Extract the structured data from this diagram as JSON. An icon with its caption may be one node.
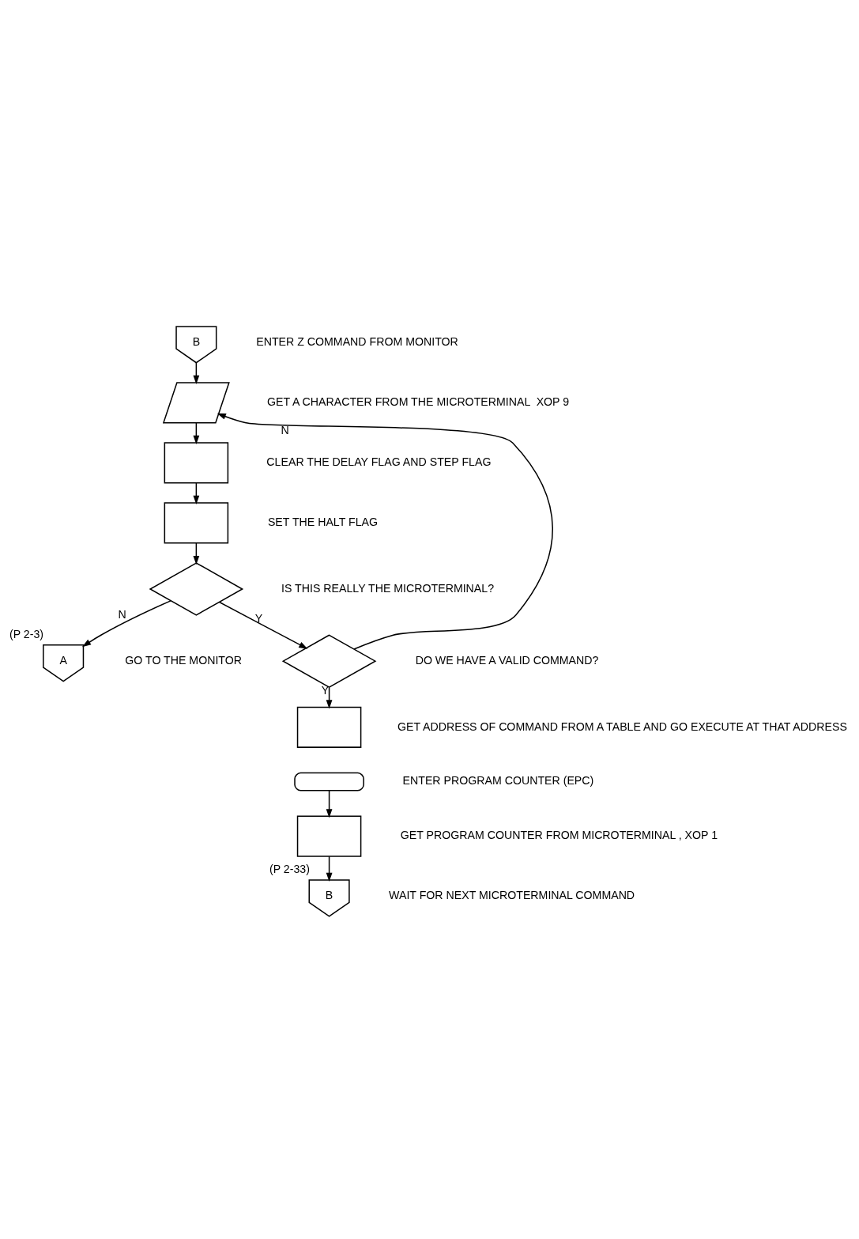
{
  "diagram": {
    "nodes": [
      {
        "text": [
          "B"
        ],
        "beside": [
          "ENTER Z COMMAND FROM MONITOR"
        ]
      },
      {
        "text": [],
        "shape": "parallelogram",
        "beside": [
          "GET A CHARACTER FROM THE MICROTERMINAL  XOP 9"
        ]
      },
      {
        "text": [],
        "shape": "box",
        "beside": [
          "CLEAR THE DELAY FLAG AND STEP FLAG"
        ]
      },
      {
        "text": [],
        "shape": "box",
        "beside": [
          "SET THE HALT FLAG"
        ]
      },
      {
        "text": [],
        "shape": "diamond",
        "beside": [
          "IS THIS REALLY THE MICROTERMINAL?"
        ]
      },
      {
        "text": [
          "A"
        ],
        "beside": [
          "GO TO THE MONITOR",
          "(P 2-3)"
        ]
      },
      {
        "text": [],
        "shape": "diamond",
        "beside": [
          "DO WE HAVE A VALID COMMAND?"
        ]
      },
      {
        "text": [],
        "shape": "box",
        "beside": [
          "GET ADDRESS OF COMMAND FROM A TABLE AND GO EXECUTE AT THAT ADDRESS"
        ]
      },
      {
        "text": [],
        "shape": "oval",
        "beside": [
          "ENTER PROGRAM COUNTER (EPC)"
        ]
      },
      {
        "text": [],
        "shape": "box",
        "beside": [
          "GET PROGRAM COUNTER FROM MICROTERMINAL , XOP 1"
        ]
      },
      {
        "text": [
          "B"
        ],
        "beside": [
          "WAIT FOR NEXT MICROTERMINAL COMMAND",
          "(P 2-33)"
        ]
      }
    ],
    "edges": [
      {
        "from": 0,
        "to": 1,
        "arrow": "to"
      },
      {
        "from": 1,
        "to": 2,
        "arrow": "to"
      },
      {
        "from": 2,
        "to": 3,
        "arrow": "to"
      },
      {
        "from": 3,
        "to": 4,
        "arrow": "to"
      },
      {
        "from": 4,
        "to": 5,
        "label": "N",
        "arrow": "to"
      },
      {
        "from": 4,
        "to": 6,
        "label": "Y",
        "arrow": "to"
      },
      {
        "from": 6,
        "to": 1,
        "label": "N",
        "arrow": "to"
      },
      {
        "from": 6,
        "to": 7,
        "label": "Y",
        "arrow": "to"
      },
      {
        "from": 8,
        "to": 9,
        "arrow": "to"
      },
      {
        "from": 9,
        "to": 10,
        "arrow": "to"
      }
    ]
  }
}
